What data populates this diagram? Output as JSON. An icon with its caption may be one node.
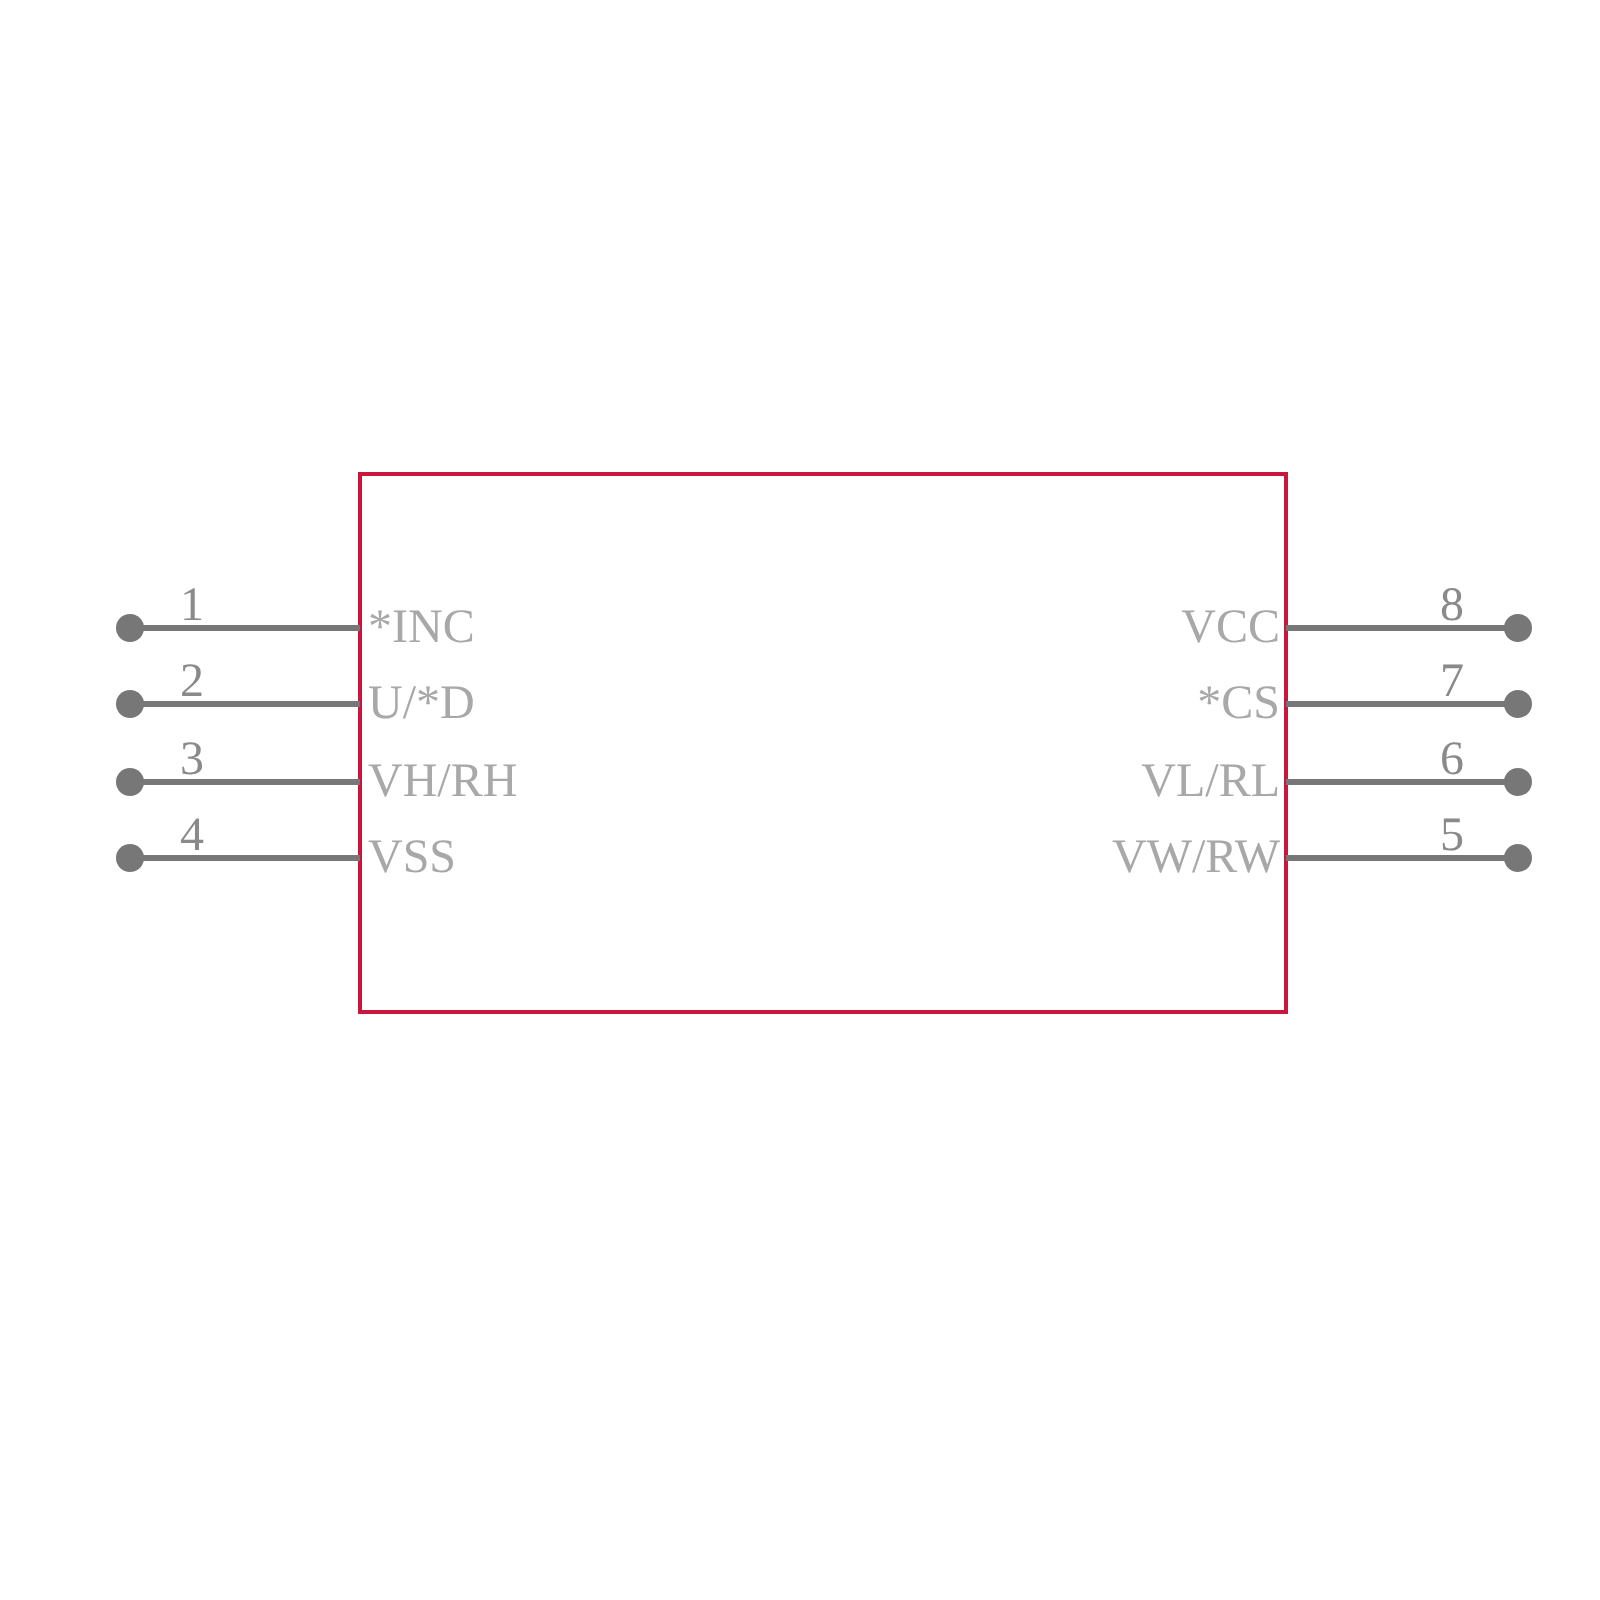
{
  "diagram": {
    "labels": [
      "1",
      "*INC",
      "VCC",
      "8",
      "2",
      "U/*D",
      "*CS",
      "7",
      "3",
      "VH/RH",
      "VL/RL",
      "6",
      "4",
      "VSS",
      "VW/RW",
      "5"
    ]
  }
}
